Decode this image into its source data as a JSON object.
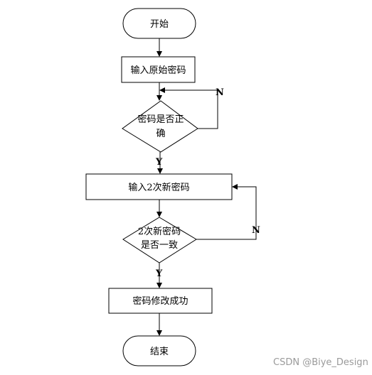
{
  "flowchart": {
    "nodes": {
      "start": {
        "shape": "terminator",
        "label": "开始"
      },
      "input_original": {
        "shape": "process",
        "label": "输入原始密码"
      },
      "check_password": {
        "shape": "decision",
        "label_line1": "密码是否正",
        "label_line2": "确"
      },
      "input_new_twice": {
        "shape": "process",
        "label": "输入2次新密码"
      },
      "check_match": {
        "shape": "decision",
        "label_line1": "2次新密码",
        "label_line2": "是否一致"
      },
      "success": {
        "shape": "process",
        "label": "密码修改成功"
      },
      "end": {
        "shape": "terminator",
        "label": "结束"
      }
    },
    "edges": [
      {
        "from": "start",
        "to": "input_original",
        "label": ""
      },
      {
        "from": "input_original",
        "to": "check_password",
        "label": ""
      },
      {
        "from": "check_password",
        "to": "check_password",
        "label": "N"
      },
      {
        "from": "check_password",
        "to": "input_new_twice",
        "label": "Y"
      },
      {
        "from": "input_new_twice",
        "to": "check_match",
        "label": ""
      },
      {
        "from": "check_match",
        "to": "input_new_twice",
        "label": "N"
      },
      {
        "from": "check_match",
        "to": "success",
        "label": "Y"
      },
      {
        "from": "success",
        "to": "end",
        "label": ""
      }
    ],
    "edge_labels": {
      "check1_no": "N",
      "check1_yes": "Y",
      "check2_no": "N",
      "check2_yes": "Y"
    }
  },
  "watermark": "CSDN @Biye_Design",
  "colors": {
    "stroke": "#000000",
    "fill": "#ffffff",
    "watermark": "#9a9a9a"
  }
}
